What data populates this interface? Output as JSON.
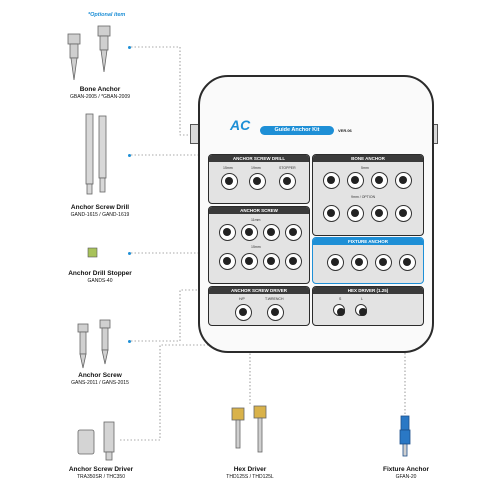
{
  "optional_note": "*Optional item",
  "kit": {
    "title": "Guide Anchor Kit",
    "version": "VER.06",
    "logo_text": "AC",
    "panels": {
      "anchor_screw_drill": {
        "title": "ANCHOR SCREW DRILL",
        "labels": [
          "15mm",
          "19mm",
          "STOPPER"
        ]
      },
      "bone_anchor": {
        "title": "BONE ANCHOR",
        "labels": [
          "5mm",
          "9mm / OPTION"
        ]
      },
      "anchor_screw": {
        "title": "ANCHOR SCREW",
        "labels": [
          "11mm",
          "15mm"
        ]
      },
      "fixture_anchor": {
        "title": "FIXTURE ANCHOR"
      },
      "anchor_screw_driver": {
        "title": "ANCHOR SCREW DRIVER",
        "labels": [
          "H/P",
          "T.WRENCH"
        ]
      },
      "hex_driver": {
        "title": "HEX DRIVER (1.25)",
        "labels": [
          "S",
          "L"
        ]
      }
    }
  },
  "items": [
    {
      "title": "Bone Anchor",
      "codes": "GBAN-2005 / *GBAN-2009"
    },
    {
      "title": "Anchor Screw Drill",
      "codes": "GAND-1615 / GAND-1619"
    },
    {
      "title": "Anchor Drill Stopper",
      "codes": "GANDS-40"
    },
    {
      "title": "Anchor Screw",
      "codes": "GANS-2011 / GANS-2015"
    },
    {
      "title": "Anchor Screw Driver",
      "codes": "TRA350SR / THC350"
    },
    {
      "title": "Hex Driver",
      "codes": "THD125S / THD125L"
    },
    {
      "title": "Fixture Anchor",
      "codes": "GFAN-20"
    }
  ],
  "colors": {
    "accent": "#1e8fd6",
    "dark": "#2b2b2b",
    "panel": "#e3e3e3"
  }
}
